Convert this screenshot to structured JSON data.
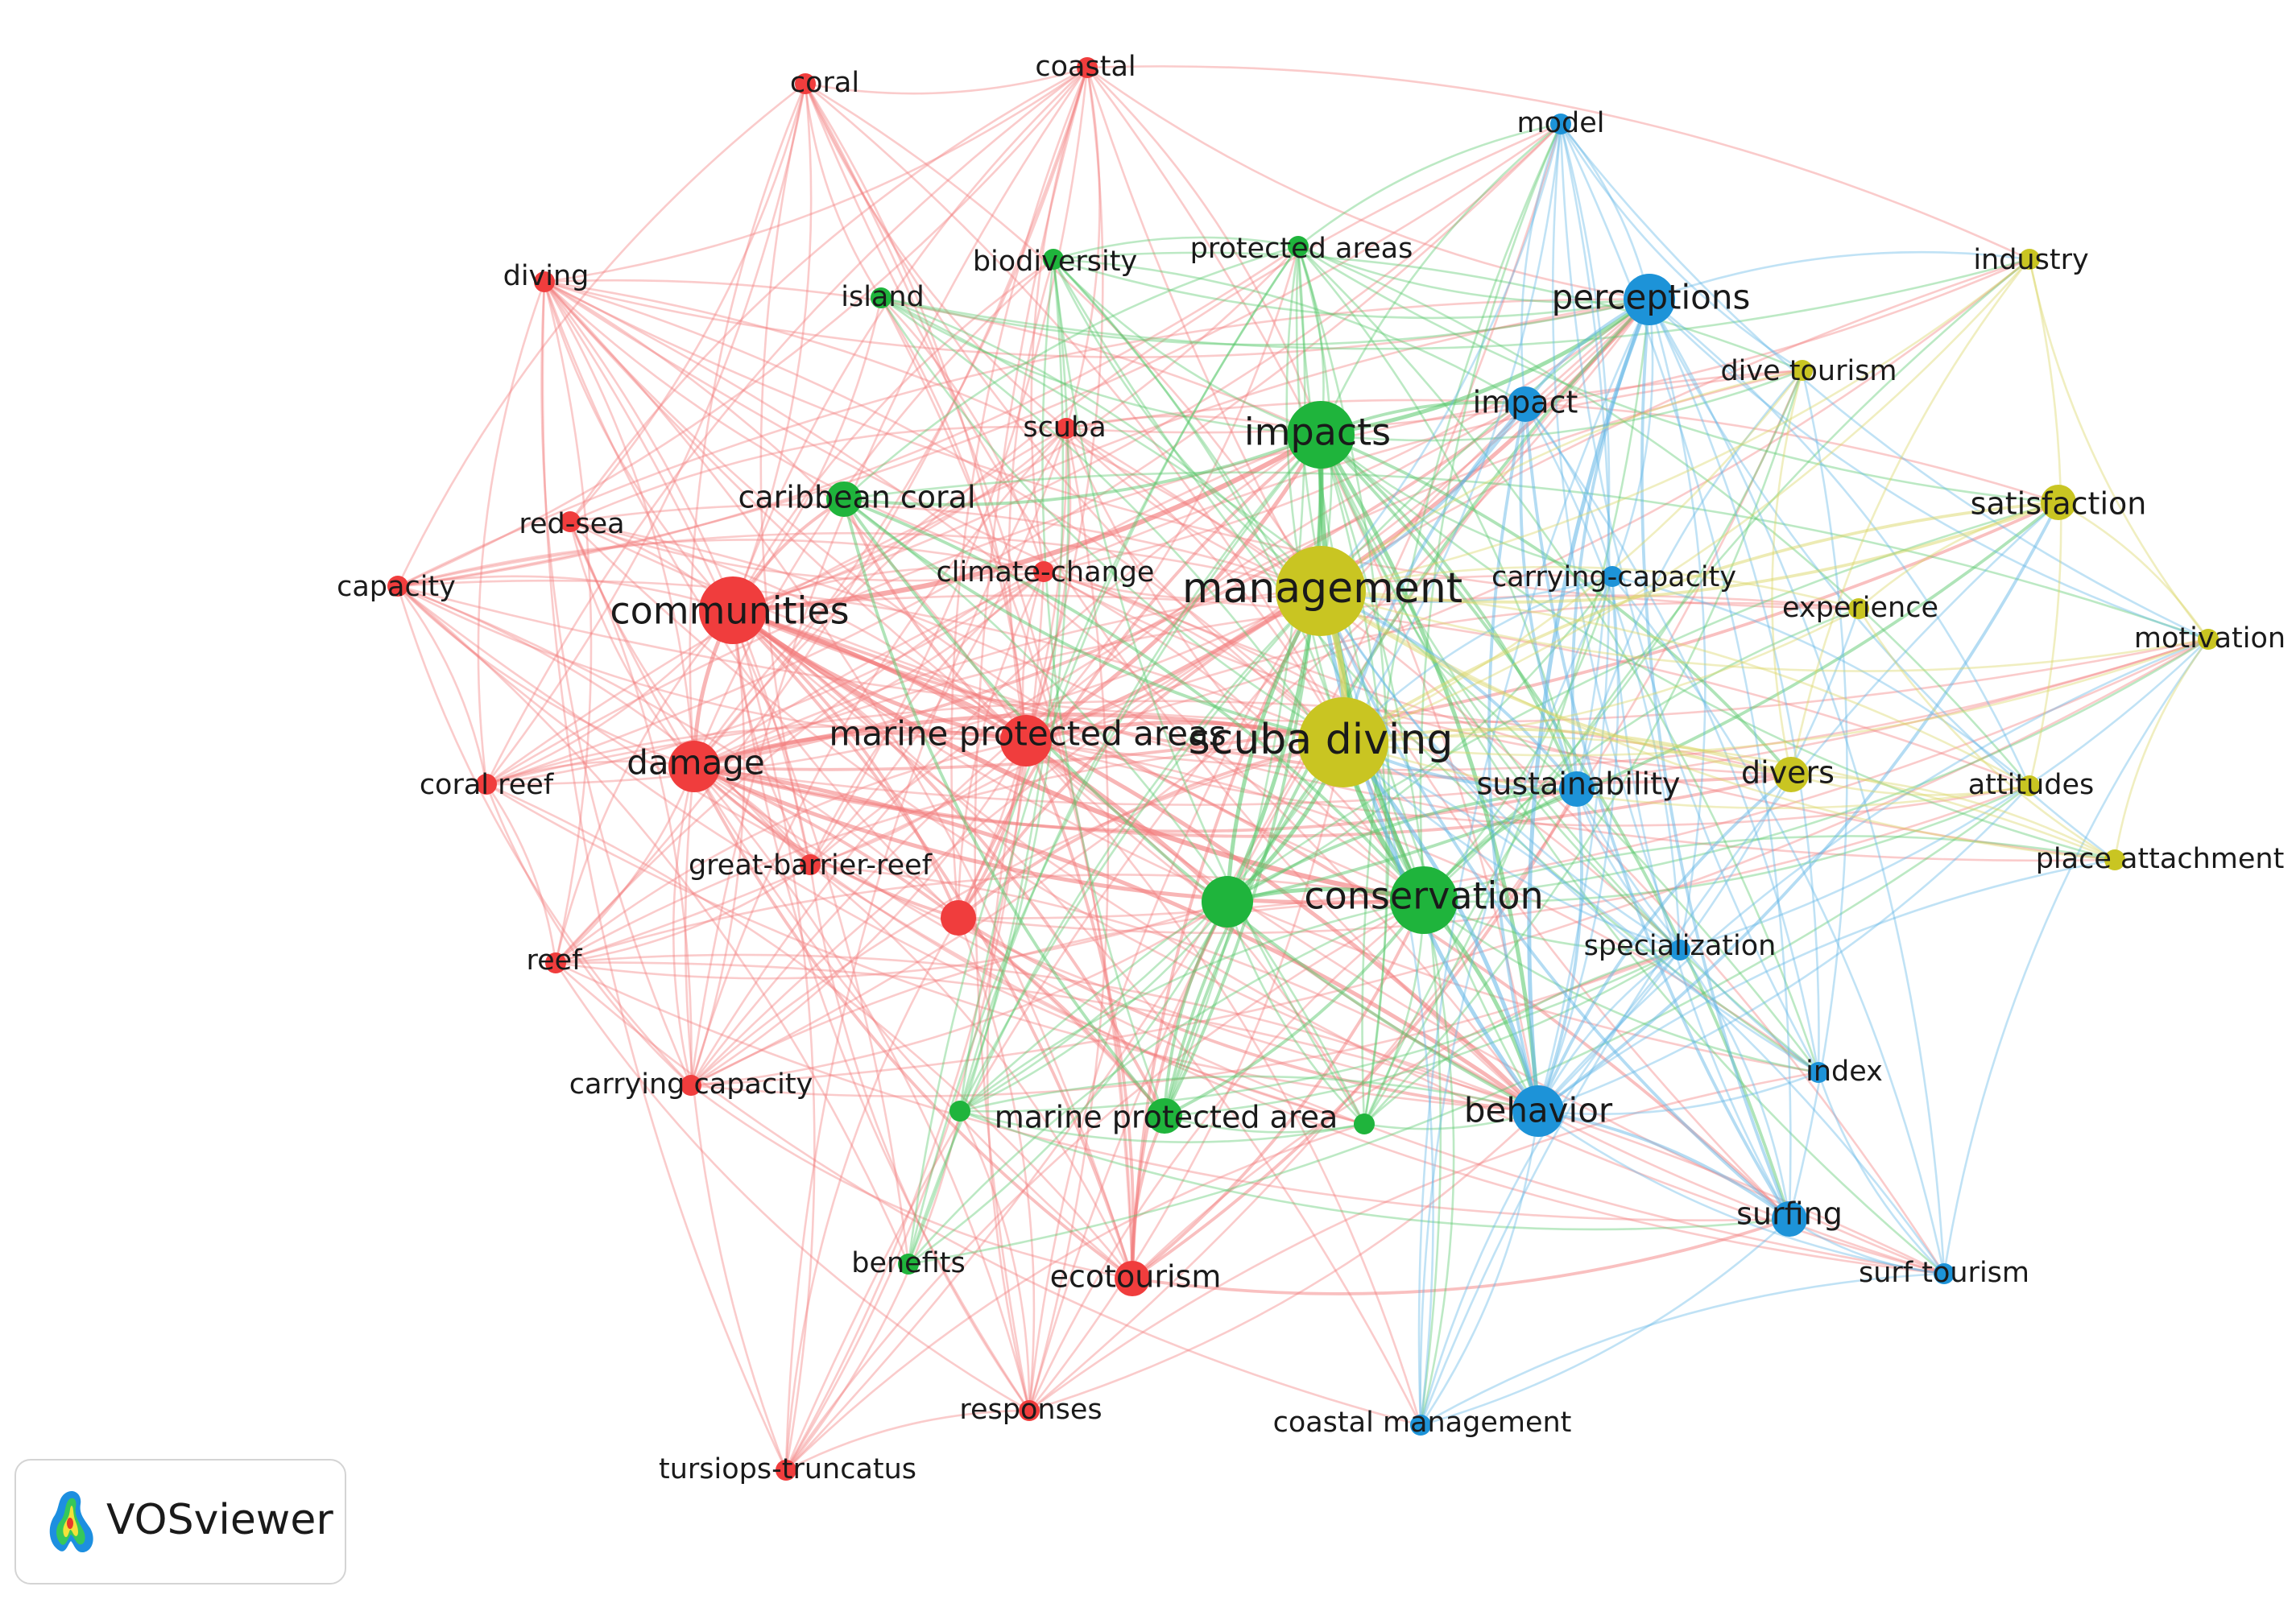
{
  "colors": {
    "red": "#f03d3d",
    "green": "#1fb43c",
    "blue": "#1d93d8",
    "yellow": "#c9c522"
  },
  "clusters": [
    "red",
    "green",
    "blue",
    "yellow"
  ],
  "nodes": [
    {
      "id": "coral",
      "label": "coral",
      "cluster": "red",
      "weight": 1
    },
    {
      "id": "coastal",
      "label": "coastal",
      "cluster": "red",
      "weight": 1
    },
    {
      "id": "diving",
      "label": "diving",
      "cluster": "red",
      "weight": 1
    },
    {
      "id": "red-sea",
      "label": "red-sea",
      "cluster": "red",
      "weight": 1
    },
    {
      "id": "capacity",
      "label": "capacity",
      "cluster": "red",
      "weight": 1
    },
    {
      "id": "communities",
      "label": "communities",
      "cluster": "red",
      "weight": 4
    },
    {
      "id": "damage",
      "label": "damage",
      "cluster": "red",
      "weight": 3
    },
    {
      "id": "coral-reef",
      "label": "coral reef",
      "cluster": "red",
      "weight": 1
    },
    {
      "id": "reef",
      "label": "reef",
      "cluster": "red",
      "weight": 1
    },
    {
      "id": "carrying-capacity-2",
      "label": "carrying capacity",
      "cluster": "red",
      "weight": 1
    },
    {
      "id": "great-barrier-reef",
      "label": "great-barrier-reef",
      "cluster": "red",
      "weight": 1
    },
    {
      "id": "unlabeled-red",
      "label": "",
      "cluster": "red",
      "weight": 2
    },
    {
      "id": "marine-protected-areas",
      "label": "marine protected areas",
      "cluster": "red",
      "weight": 3
    },
    {
      "id": "climate-change",
      "label": "climate-change",
      "cluster": "red",
      "weight": 1
    },
    {
      "id": "scuba",
      "label": "scuba",
      "cluster": "red",
      "weight": 1
    },
    {
      "id": "ecotourism",
      "label": "ecotourism",
      "cluster": "red",
      "weight": 2
    },
    {
      "id": "responses",
      "label": "responses",
      "cluster": "red",
      "weight": 1
    },
    {
      "id": "tursiops-truncatus",
      "label": "tursiops-truncatus",
      "cluster": "red",
      "weight": 1
    },
    {
      "id": "island",
      "label": "island",
      "cluster": "green",
      "weight": 1
    },
    {
      "id": "biodiversity",
      "label": "biodiversity",
      "cluster": "green",
      "weight": 1
    },
    {
      "id": "protected-areas",
      "label": "protected areas",
      "cluster": "green",
      "weight": 1
    },
    {
      "id": "caribbean-coral",
      "label": "caribbean coral",
      "cluster": "green",
      "weight": 2
    },
    {
      "id": "impacts",
      "label": "impacts",
      "cluster": "green",
      "weight": 4
    },
    {
      "id": "unlabeled-green-large",
      "label": "",
      "cluster": "green",
      "weight": 3
    },
    {
      "id": "conservation",
      "label": "conservation",
      "cluster": "green",
      "weight": 4
    },
    {
      "id": "marine-protected-area",
      "label": "marine protected area",
      "cluster": "green",
      "weight": 2
    },
    {
      "id": "unlabeled-green-left",
      "label": "",
      "cluster": "green",
      "weight": 1
    },
    {
      "id": "unlabeled-green-right",
      "label": "",
      "cluster": "green",
      "weight": 1
    },
    {
      "id": "benefits",
      "label": "benefits",
      "cluster": "green",
      "weight": 1
    },
    {
      "id": "model",
      "label": "model",
      "cluster": "blue",
      "weight": 1
    },
    {
      "id": "perceptions",
      "label": "perceptions",
      "cluster": "blue",
      "weight": 3
    },
    {
      "id": "impact",
      "label": "impact",
      "cluster": "blue",
      "weight": 2
    },
    {
      "id": "carrying-capacity",
      "label": "carrying-capacity",
      "cluster": "blue",
      "weight": 1
    },
    {
      "id": "sustainability",
      "label": "sustainability",
      "cluster": "blue",
      "weight": 2
    },
    {
      "id": "specialization",
      "label": "specialization",
      "cluster": "blue",
      "weight": 1
    },
    {
      "id": "behavior",
      "label": "behavior",
      "cluster": "blue",
      "weight": 3
    },
    {
      "id": "index",
      "label": "index",
      "cluster": "blue",
      "weight": 1
    },
    {
      "id": "surfing",
      "label": "surfing",
      "cluster": "blue",
      "weight": 2
    },
    {
      "id": "surf-tourism",
      "label": "surf tourism",
      "cluster": "blue",
      "weight": 1
    },
    {
      "id": "coastal-management",
      "label": "coastal management",
      "cluster": "blue",
      "weight": 1
    },
    {
      "id": "industry",
      "label": "industry",
      "cluster": "yellow",
      "weight": 1
    },
    {
      "id": "dive-tourism",
      "label": "dive tourism",
      "cluster": "yellow",
      "weight": 1
    },
    {
      "id": "satisfaction",
      "label": "satisfaction",
      "cluster": "yellow",
      "weight": 2
    },
    {
      "id": "management",
      "label": "management",
      "cluster": "yellow",
      "weight": 5
    },
    {
      "id": "experience",
      "label": "experience",
      "cluster": "yellow",
      "weight": 1
    },
    {
      "id": "motivation",
      "label": "motivation",
      "cluster": "yellow",
      "weight": 1
    },
    {
      "id": "scuba-diving",
      "label": "scuba diving",
      "cluster": "yellow",
      "weight": 5
    },
    {
      "id": "divers",
      "label": "divers",
      "cluster": "yellow",
      "weight": 2
    },
    {
      "id": "attitudes",
      "label": "attitudes",
      "cluster": "yellow",
      "weight": 1
    },
    {
      "id": "place-attachment",
      "label": "place attachment",
      "cluster": "yellow",
      "weight": 1
    }
  ],
  "badge": {
    "label": "VOSviewer"
  }
}
